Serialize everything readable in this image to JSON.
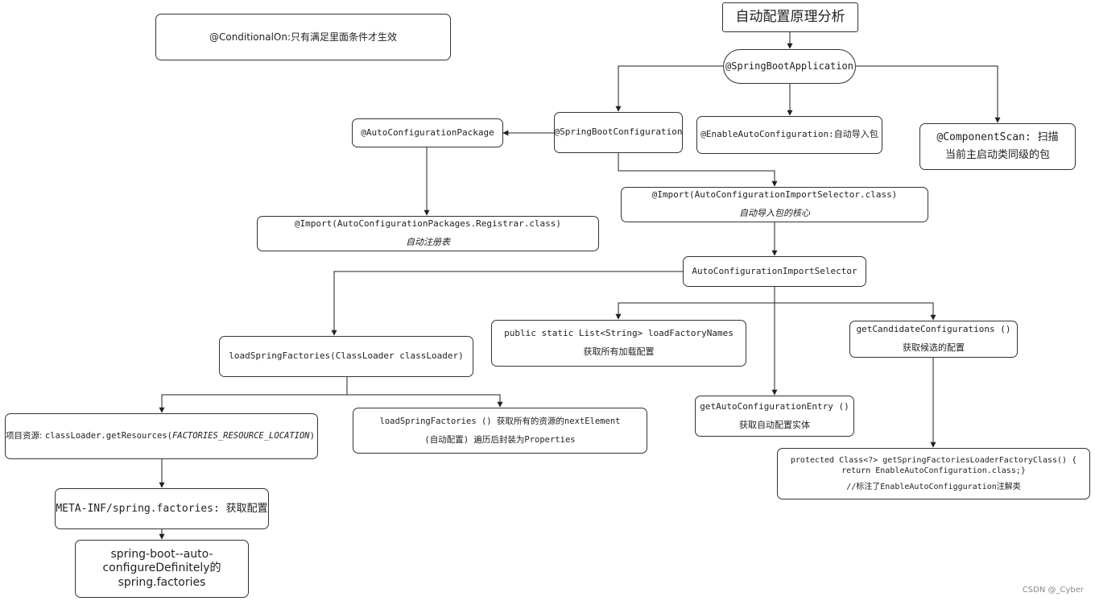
{
  "diagram": {
    "title": "自动配置原理分析",
    "conditional_note": "@ConditionalOn:只有满足里面条件才生效",
    "spring_boot_application": "@SpringBootApplication",
    "spring_boot_configuration": "@SpringBootConfiguration",
    "auto_configuration_package": "@AutoConfigurationPackage",
    "enable_auto_configuration": "@EnableAutoConfiguration:自动导入包",
    "component_scan": {
      "line1": "@ComponentScan: 扫描",
      "line2": "当前主启动类同级的包"
    },
    "import_registrar": {
      "line1": "@Import(AutoConfigurationPackages.Registrar.class)",
      "line2": "自动注册表"
    },
    "import_selector": {
      "line1": "@Import(AutoConfigurationImportSelector.class)",
      "line2": "自动导入包的核心"
    },
    "selector": "AutoConfigurationImportSelector",
    "load_spring_factories": "loadSpringFactories(ClassLoader classLoader)",
    "load_factory_names": {
      "line1": "public static List<String> loadFactoryNames",
      "line2": "获取所有加载配置"
    },
    "get_candidate_configurations": {
      "line1": "getCandidateConfigurations ()",
      "line2": "获取候选的配置"
    },
    "get_auto_configuration_entry": {
      "line1": "getAutoConfigurationEntry ()",
      "line2": "获取自动配置实体"
    },
    "get_loader_factory_class": {
      "line1a": "protected Class<?> getSpringFactoriesLoaderFactoryClass() {",
      "line1b": "return EnableAutoConfiguration.class;}",
      "line2": "//标注了EnableAutoConfigguration注解类"
    },
    "project_resources": {
      "prefix": "项目资源: ",
      "code": "classLoader.getResources(",
      "arg": "FACTORIES_RESOURCE_LOCATION",
      "close": ")"
    },
    "load_factories_next_element": {
      "line1": "loadSpringFactories () 获取所有的资源的nextElement",
      "line2": "(自动配置) 遍历后封装为Properties"
    },
    "meta_inf": "META-INF/spring.factories: 获取配置",
    "spring_boot_autoconfigure": {
      "line1": "spring-boot--auto-",
      "line2": "configureDefinitely的",
      "line3": "spring.factories"
    }
  },
  "watermark": "CSDN @_Cyber",
  "colors": {
    "background": "#ffffff",
    "border": "#333333",
    "arrow": "#222222"
  }
}
